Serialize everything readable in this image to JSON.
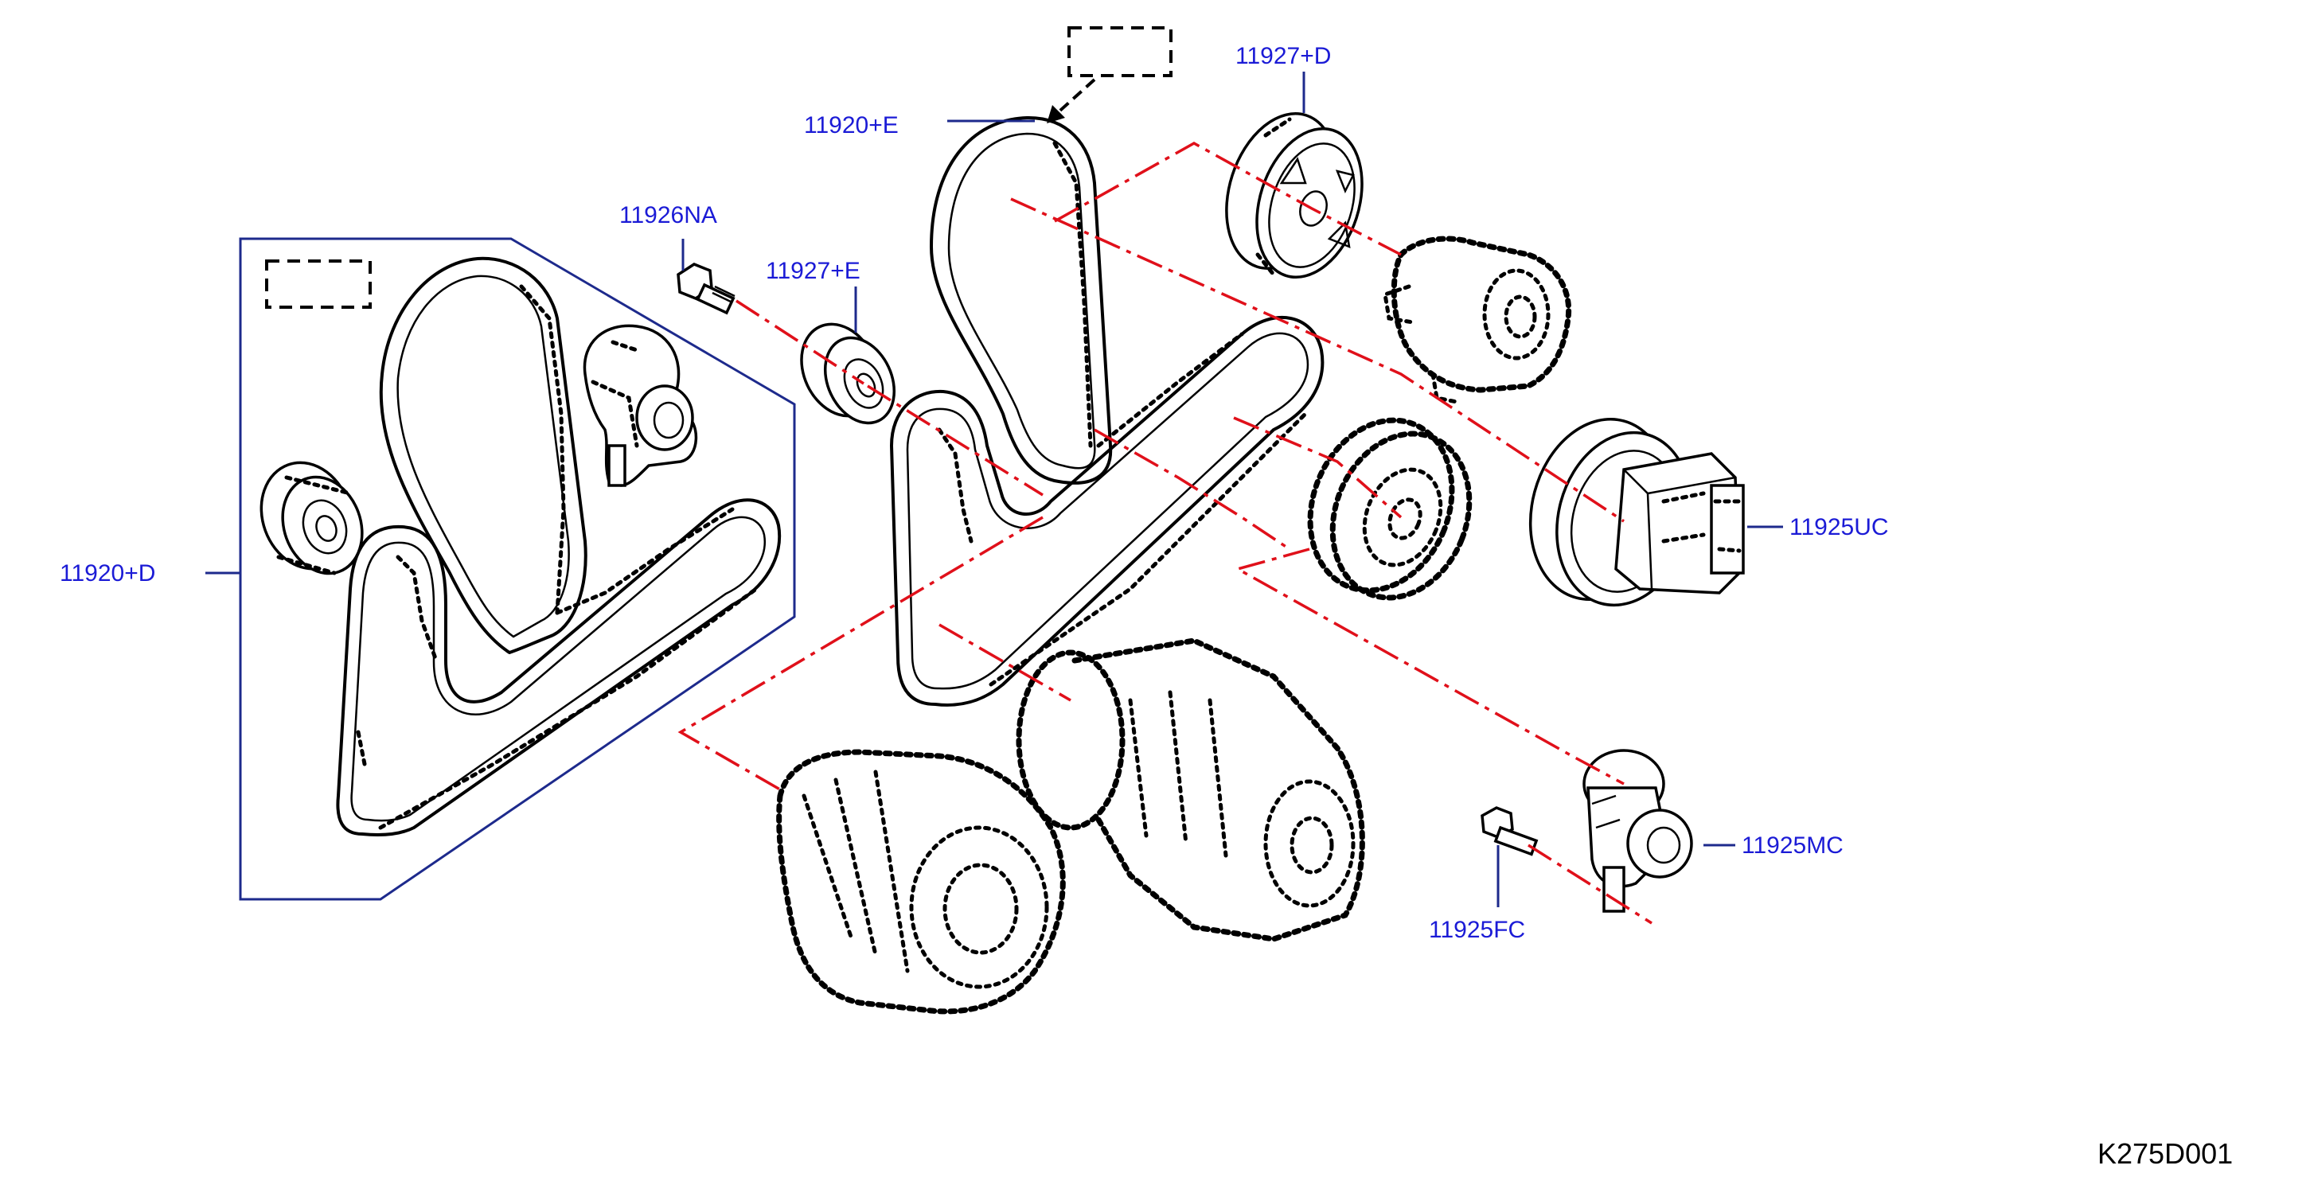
{
  "callouts": {
    "belt_d": "11920+D",
    "belt_e": "11920+E",
    "bolt_na": "11926NA",
    "idler_e": "11927+E",
    "idler_d": "11927+D",
    "tensioner_uc": "11925UC",
    "tensioner_mc": "11925MC",
    "bolt_fc": "11925FC"
  },
  "drawing_id": "K275D001",
  "colors": {
    "callout_text": "#1b1bd6",
    "leader_line": "#1d2a8c",
    "centerline": "#e0101a",
    "line_art": "#000000"
  }
}
